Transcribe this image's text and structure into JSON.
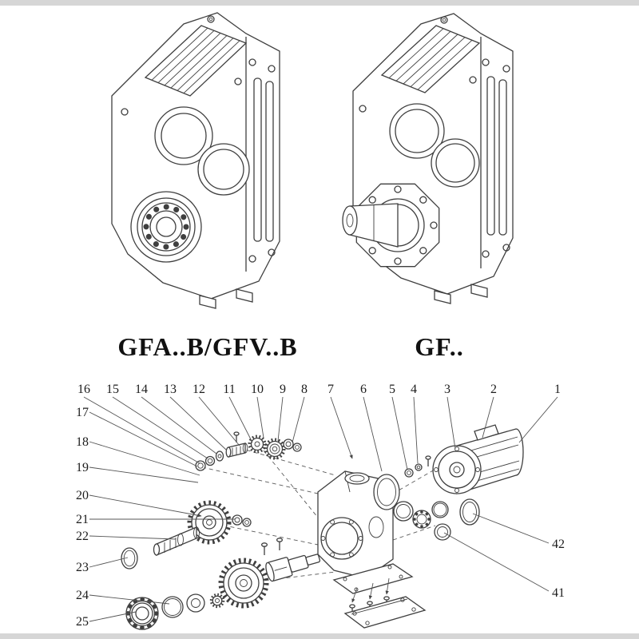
{
  "page": {
    "background": "#ffffff",
    "edge_strip_color": "#d6d6d6",
    "line_ink": "#3f3f3f",
    "text_ink": "#1a1a1a"
  },
  "models": {
    "left_caption": "GFA..B/GFV..B",
    "right_caption": "GF.."
  },
  "exploded": {
    "top_callouts": [
      "16",
      "15",
      "14",
      "13",
      "12",
      "11",
      "10",
      "9",
      "8",
      "7",
      "6",
      "5",
      "4",
      "3",
      "2",
      "1"
    ],
    "left_callouts": [
      "17",
      "18",
      "19",
      "20",
      "21",
      "22",
      "23",
      "24",
      "25"
    ],
    "right_callouts": [
      "42",
      "41"
    ]
  }
}
